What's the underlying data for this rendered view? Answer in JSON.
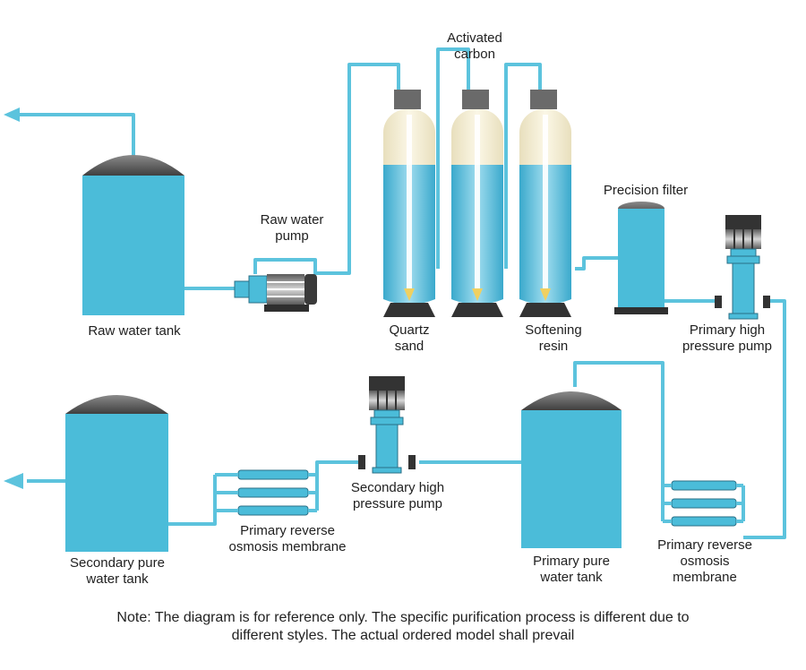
{
  "colors": {
    "water": "#4bbcd9",
    "water_dark": "#2a8fb0",
    "pipe": "#5cc3dd",
    "cap": "#6a6a6a",
    "resin_top": "#f3ecd0"
  },
  "labels": {
    "raw_tank": "Raw water tank",
    "raw_pump_1": "Raw water",
    "raw_pump_2": "pump",
    "carbon_1": "Activated",
    "carbon_2": "carbon",
    "quartz_1": "Quartz",
    "quartz_2": "sand",
    "softening_1": "Softening",
    "softening_2": "resin",
    "precision": "Precision filter",
    "primary_pump_1": "Primary high",
    "primary_pump_2": "pressure pump",
    "secondary_tank_1": "Secondary  pure",
    "secondary_tank_2": "water tank",
    "ro_left_1": "Primary reverse",
    "ro_left_2": "osmosis membrane",
    "secondary_pump_1": "Secondary high",
    "secondary_pump_2": "pressure pump",
    "primary_tank_1": "Primary pure",
    "primary_tank_2": "water tank",
    "ro_right_1": "Primary reverse",
    "ro_right_2": "osmosis",
    "ro_right_3": "membrane"
  },
  "note": {
    "line1": "Note: The diagram is for reference only. The specific purification process is different due to",
    "line2": "different styles. The actual ordered model shall prevail"
  }
}
